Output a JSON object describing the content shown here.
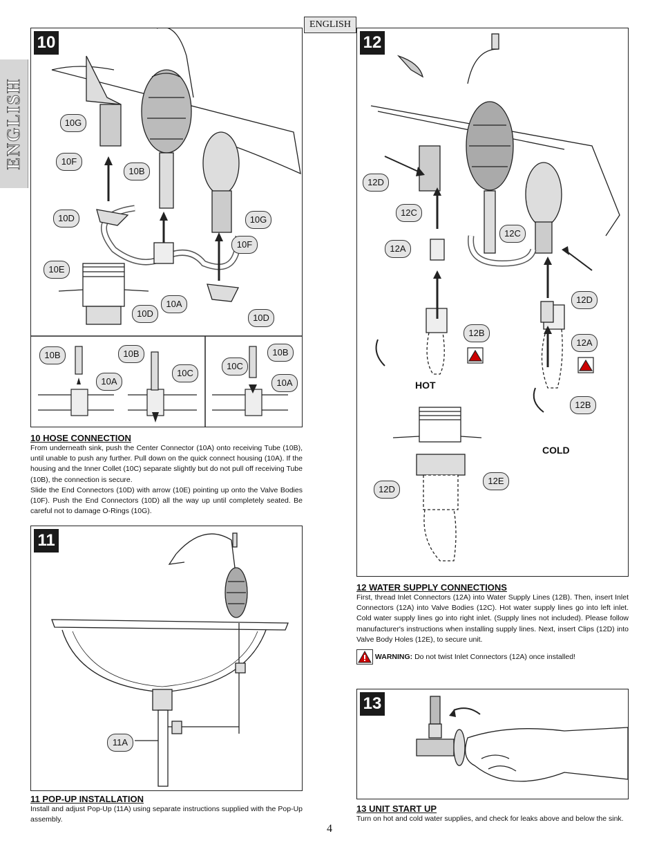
{
  "header": {
    "language_tab": "ENGLISH",
    "side_tab": "ENGLISH"
  },
  "steps": [
    {
      "num": "10",
      "title": "10  HOSE CONNECTION",
      "paragraphs": [
        "From underneath sink, push the Center Connector (10A) onto receiving Tube (10B), until unable to push any further.  Pull down on the quick connect housing (10A).  If the housing and the Inner Collet (10C) separate slightly but do not pull off receiving Tube (10B), the connection is secure.",
        "Slide the End Connectors (10D) with arrow (10E) pointing up onto the Valve Bodies (10F).  Push the End Connectors (10D) all the way up until completely seated.  Be careful not to damage O-Rings (10G)."
      ],
      "callouts": [
        "10G",
        "10F",
        "10B",
        "10D",
        "10G",
        "10F",
        "10E",
        "10A",
        "10D",
        "10D",
        "10B",
        "10A",
        "10B",
        "10C",
        "10C",
        "10B",
        "10A"
      ]
    },
    {
      "num": "11",
      "title": "11  POP-UP INSTALLATION",
      "paragraphs": [
        "Install and adjust Pop-Up (11A) using separate instructions supplied with the Pop-Up assembly."
      ],
      "callouts": [
        "11A"
      ]
    },
    {
      "num": "12",
      "title": "12  WATER SUPPLY CONNECTIONS",
      "paragraphs": [
        "First, thread Inlet Connectors (12A) into Water Supply Lines (12B).  Then, insert Inlet Connectors (12A) into Valve Bodies (12C).  Hot water supply lines go into left inlet. Cold water supply lines go into right inlet.  (Supply lines not included).  Please follow manufacturer's instructions when installing supply lines.  Next, insert Clips (12D) into Valve Body Holes (12E), to secure unit."
      ],
      "warning_label": "WARNING:",
      "warning_text": "Do not twist Inlet Connectors (12A) once installed!",
      "labels": {
        "hot": "HOT",
        "cold": "COLD"
      },
      "callouts": [
        "12D",
        "12C",
        "12A",
        "12C",
        "12D",
        "12B",
        "12A",
        "12B",
        "12D",
        "12E"
      ]
    },
    {
      "num": "13",
      "title": "13  UNIT START UP",
      "paragraphs": [
        "Turn on hot and cold water supplies, and check for leaks above and below the sink."
      ]
    }
  ],
  "footer": {
    "page_number": "4"
  }
}
